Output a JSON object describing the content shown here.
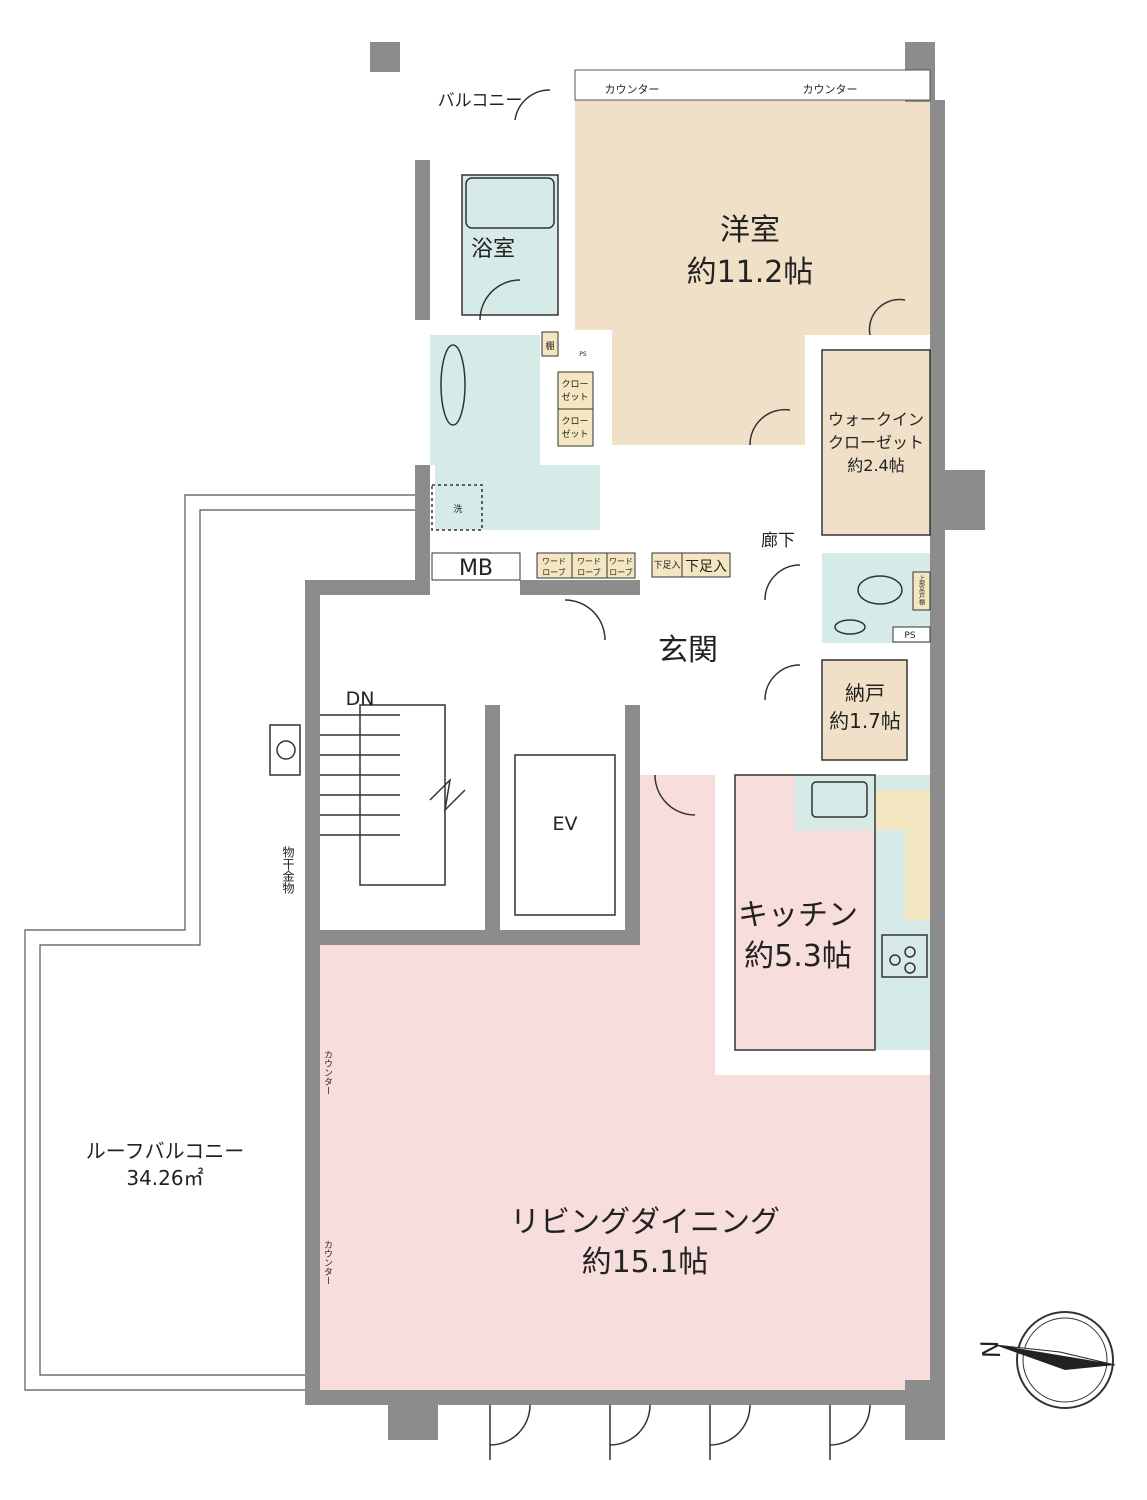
{
  "colors": {
    "wall": "#8c8c8c",
    "bedroom": "#f1e0c8",
    "storage": "#f3e6c0",
    "wet_area": "#d6ebe7",
    "living_kitchen": "#f7dedd",
    "line": "#333333"
  },
  "rooms": {
    "bedroom": {
      "name": "洋室",
      "size": "約11.2帖"
    },
    "walkin_closet": {
      "line1": "ウォークイン",
      "line2": "クローゼット",
      "size": "約2.4帖"
    },
    "bathroom": {
      "name": "浴室"
    },
    "hallway": {
      "name": "廊下"
    },
    "entrance": {
      "name": "玄関"
    },
    "storeroom": {
      "name": "納戸",
      "size": "約1.7帖"
    },
    "kitchen": {
      "name": "キッチン",
      "size": "約5.3帖"
    },
    "living_dining": {
      "name": "リビングダイニング",
      "size": "約15.1帖"
    },
    "roof_balcony": {
      "name": "ルーフバルコニー",
      "area": "34.26㎡"
    },
    "balcony": {
      "name": "バルコニー"
    }
  },
  "labels": {
    "mb": "MB",
    "dn": "DN",
    "ev": "EV",
    "drying_hardware": "物干金物",
    "counter": "カウンター",
    "closet_a": "クロー",
    "closet_b": "ゼット",
    "wardrobe_a": "ワード",
    "wardrobe_b": "ローブ",
    "shoe_box": "下足入",
    "shelf": "棚",
    "ps": "PS",
    "washer": "洗",
    "upper_cabinet": "上部吊戸棚",
    "north": "N"
  }
}
